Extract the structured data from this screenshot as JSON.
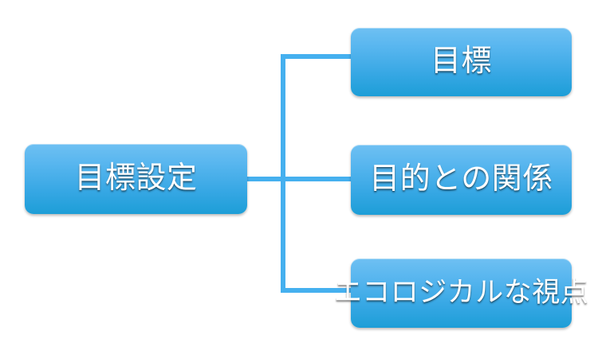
{
  "diagram": {
    "type": "hierarchy-tree",
    "orientation": "left-to-right",
    "background_color": "#ffffff",
    "node_fill_top": "#6ec0f2",
    "node_fill_bottom": "#1d9ed7",
    "node_text_color": "#ffffff",
    "connector_color": "#45b0ef",
    "root": {
      "label": "目標設定"
    },
    "children": [
      {
        "label": "目標"
      },
      {
        "label": "目的との関係"
      },
      {
        "label": "エコロジカルな視点"
      }
    ]
  }
}
